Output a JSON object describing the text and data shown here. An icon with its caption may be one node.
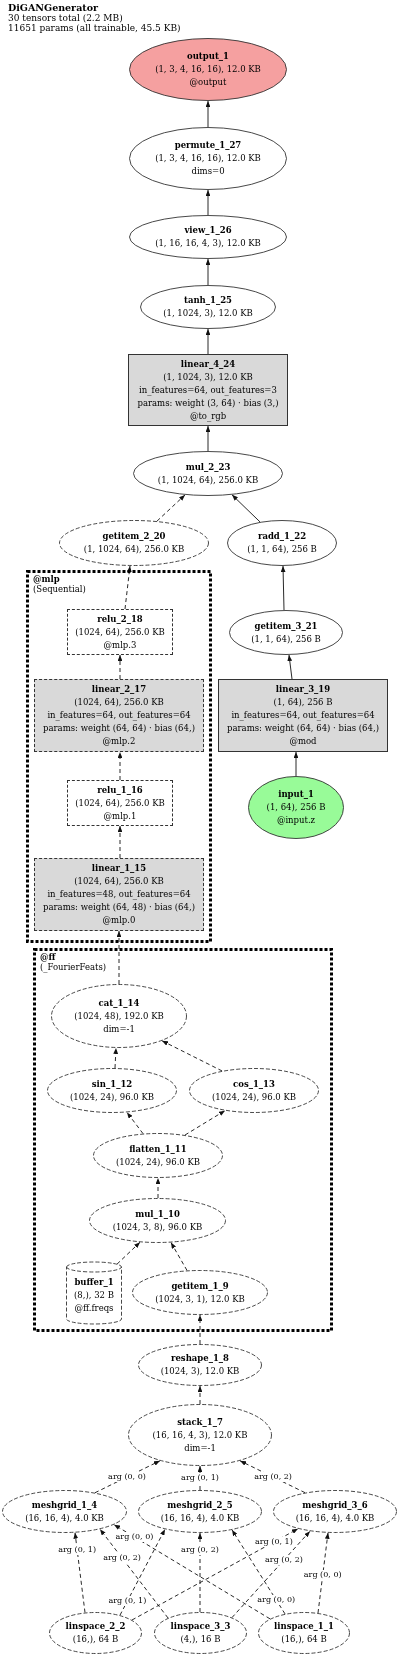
{
  "diagram": {
    "title": "DiGANGenerator",
    "labels": [
      "30 tensors total (2.2 MB)",
      "11651 params (all trainable, 45.5 KB)"
    ],
    "nodes": [
      {
        "text": [
          "output_1",
          "(1, 3, 4, 16, 16), 12.0 KB",
          "@output"
        ]
      },
      {
        "text": [
          "permute_1_27",
          "(1, 3, 4, 16, 16), 12.0 KB",
          "dims=0"
        ]
      },
      {
        "text": [
          "view_1_26",
          "(1, 16, 16, 4, 3), 12.0 KB"
        ]
      },
      {
        "text": [
          "tanh_1_25",
          "(1, 1024, 3), 12.0 KB"
        ]
      },
      {
        "text": [
          "linear_4_24",
          "(1, 1024, 3), 12.0 KB",
          "in_features=64, out_features=3",
          "params: weight (3, 64) · bias (3,)",
          "@to_rgb"
        ]
      },
      {
        "text": [
          "mul_2_23",
          "(1, 1024, 64), 256.0 KB"
        ]
      },
      {
        "text": [
          "getitem_2_20",
          "(1, 1024, 64), 256.0 KB"
        ]
      },
      {
        "text": [
          "radd_1_22",
          "(1, 1, 64), 256 B"
        ]
      },
      {
        "text": [
          "@mlp",
          "(Sequential)"
        ]
      },
      {
        "text": [
          "relu_2_18",
          "(1024, 64), 256.0 KB",
          "@mlp.3"
        ],
        "in": 8
      },
      {
        "text": [
          "getitem_3_21",
          "(1, 1, 64), 256 B"
        ]
      },
      {
        "text": [
          "linear_2_17",
          "(1024, 64), 256.0 KB",
          "in_features=64, out_features=64",
          "params: weight (64, 64) · bias (64,)",
          "@mlp.2"
        ],
        "in": 8
      },
      {
        "text": [
          "linear_3_19",
          "(1, 64), 256 B",
          "in_features=64, out_features=64",
          "params: weight (64, 64) · bias (64,)",
          "@mod"
        ]
      },
      {
        "text": [
          "relu_1_16",
          "(1024, 64), 256.0 KB",
          "@mlp.1"
        ],
        "in": 8
      },
      {
        "text": [
          "input_1",
          "(1, 64), 256 B",
          "@input.z"
        ]
      },
      {
        "text": [
          "linear_1_15",
          "(1024, 64), 256.0 KB",
          "in_features=48, out_features=64",
          "params: weight (64, 48) · bias (64,)",
          "@mlp.0"
        ],
        "in": 8
      },
      {
        "text": [
          "@ff",
          "(_FourierFeats)"
        ]
      },
      {
        "text": [
          "cat_1_14",
          "(1024, 48), 192.0 KB",
          "dim=-1"
        ],
        "in": 16
      },
      {
        "text": [
          "sin_1_12",
          "(1024, 24), 96.0 KB"
        ],
        "in": 16
      },
      {
        "text": [
          "cos_1_13",
          "(1024, 24), 96.0 KB"
        ],
        "in": 16
      },
      {
        "text": [
          "flatten_1_11",
          "(1024, 24), 96.0 KB"
        ],
        "in": 16
      },
      {
        "text": [
          "mul_1_10",
          "(1024, 3, 8), 96.0 KB"
        ],
        "in": 16
      },
      {
        "text": [
          "buffer_1",
          "(8,), 32 B",
          "@ff.freqs"
        ],
        "in": 16
      },
      {
        "text": [
          "getitem_1_9",
          "(1024, 3, 1), 12.0 KB"
        ],
        "in": 16
      },
      {
        "text": [
          "reshape_1_8",
          "(1024, 3), 12.0 KB"
        ]
      },
      {
        "text": [
          "stack_1_7",
          "(16, 16, 4, 3), 12.0 KB",
          "dim=-1"
        ]
      },
      {
        "text": [
          "meshgrid_1_4",
          "(16, 16, 4), 4.0 KB"
        ]
      },
      {
        "text": [
          "meshgrid_2_5",
          "(16, 16, 4), 4.0 KB"
        ]
      },
      {
        "text": [
          "meshgrid_3_6",
          "(16, 16, 4), 4.0 KB"
        ]
      },
      {
        "text": [
          "linspace_2_2",
          "(16,), 64 B"
        ]
      },
      {
        "text": [
          "linspace_3_3",
          "(4,), 16 B"
        ]
      },
      {
        "text": [
          "linspace_1_1",
          "(16,), 64 B"
        ]
      }
    ],
    "edges": [
      {
        "from": 1,
        "to": 0,
        "arrow": "to"
      },
      {
        "from": 2,
        "to": 1,
        "arrow": "to"
      },
      {
        "from": 3,
        "to": 2,
        "arrow": "to"
      },
      {
        "from": 4,
        "to": 3,
        "arrow": "to"
      },
      {
        "from": 5,
        "to": 4,
        "arrow": "to"
      },
      {
        "from": 6,
        "to": 5,
        "arrow": "to",
        "style": "dashed"
      },
      {
        "from": 7,
        "to": 5,
        "arrow": "to"
      },
      {
        "from": 9,
        "to": 6,
        "arrow": "to",
        "style": "dashed"
      },
      {
        "from": 10,
        "to": 7,
        "arrow": "to"
      },
      {
        "from": 11,
        "to": 9,
        "arrow": "to",
        "style": "dashed"
      },
      {
        "from": 12,
        "to": 10,
        "arrow": "to"
      },
      {
        "from": 13,
        "to": 11,
        "arrow": "to",
        "style": "dashed"
      },
      {
        "from": 14,
        "to": 12,
        "arrow": "to"
      },
      {
        "from": 15,
        "to": 13,
        "arrow": "to",
        "style": "dashed"
      },
      {
        "from": 17,
        "to": 15,
        "arrow": "to",
        "style": "dashed"
      },
      {
        "from": 18,
        "to": 17,
        "arrow": "to",
        "style": "dashed"
      },
      {
        "from": 19,
        "to": 17,
        "arrow": "to",
        "style": "dashed"
      },
      {
        "from": 20,
        "to": 18,
        "arrow": "to",
        "style": "dashed"
      },
      {
        "from": 20,
        "to": 19,
        "arrow": "to",
        "style": "dashed"
      },
      {
        "from": 21,
        "to": 20,
        "arrow": "to",
        "style": "dashed"
      },
      {
        "from": 22,
        "to": 21,
        "arrow": "to",
        "style": "dashed"
      },
      {
        "from": 23,
        "to": 21,
        "arrow": "to",
        "style": "dashed"
      },
      {
        "from": 24,
        "to": 23,
        "arrow": "to",
        "style": "dashed"
      },
      {
        "from": 25,
        "to": 24,
        "arrow": "to",
        "style": "dashed"
      },
      {
        "from": 26,
        "to": 25,
        "arrow": "to",
        "style": "dashed",
        "label": "arg (0, 0)"
      },
      {
        "from": 27,
        "to": 25,
        "arrow": "to",
        "style": "dashed",
        "label": "arg (0, 1)"
      },
      {
        "from": 28,
        "to": 25,
        "arrow": "to",
        "style": "dashed",
        "label": "arg (0, 2)"
      },
      {
        "from": 31,
        "to": 26,
        "arrow": "to",
        "style": "dashed",
        "label": "arg (0, 0)"
      },
      {
        "from": 29,
        "to": 26,
        "arrow": "to",
        "style": "dashed",
        "label": "arg (0, 1)"
      },
      {
        "from": 30,
        "to": 26,
        "arrow": "to",
        "style": "dashed",
        "label": "arg (0, 2)"
      },
      {
        "from": 31,
        "to": 27,
        "arrow": "to",
        "style": "dashed",
        "label": "arg (0, 0)"
      },
      {
        "from": 29,
        "to": 27,
        "arrow": "to",
        "style": "dashed",
        "label": "arg (0, 1)"
      },
      {
        "from": 30,
        "to": 27,
        "arrow": "to",
        "style": "dashed",
        "label": "arg (0, 2)"
      },
      {
        "from": 31,
        "to": 28,
        "arrow": "to",
        "style": "dashed",
        "label": "arg (0, 0)"
      },
      {
        "from": 29,
        "to": 28,
        "arrow": "to",
        "style": "dashed",
        "label": "arg (0, 1)"
      },
      {
        "from": 30,
        "to": 28,
        "arrow": "to",
        "style": "dashed",
        "label": "arg (0, 2)"
      }
    ]
  }
}
